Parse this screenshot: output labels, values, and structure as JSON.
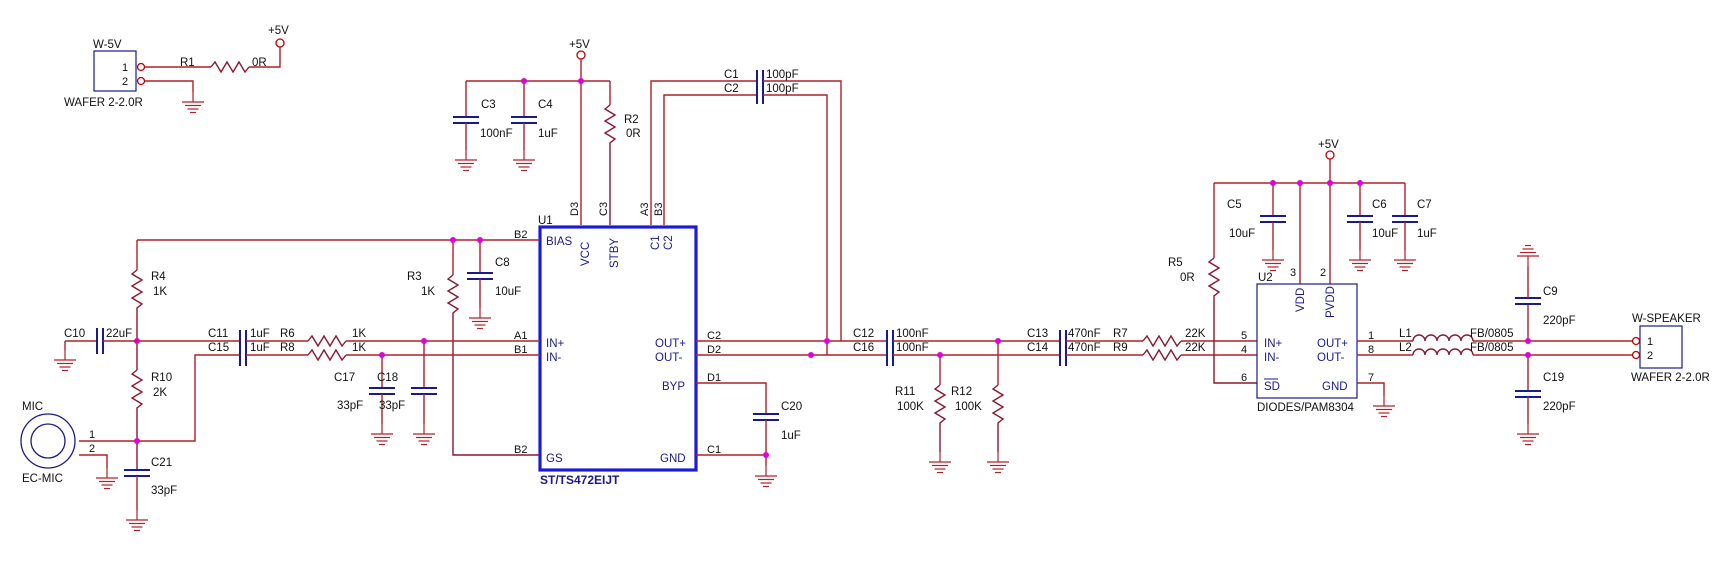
{
  "power": {
    "vcc": "+5V"
  },
  "connectors": {
    "w5v": {
      "ref": "W-5V",
      "part": "WAFER 2-2.0R",
      "pin1": "1",
      "pin2": "2"
    },
    "spk": {
      "ref": "W-SPEAKER",
      "part": "WAFER 2-2.0R",
      "pin1": "1",
      "pin2": "2"
    },
    "mic": {
      "ref": "MIC",
      "part": "EC-MIC",
      "pin1": "1",
      "pin2": "2"
    }
  },
  "u1": {
    "ref": "U1",
    "part": "ST/TS472EIJT",
    "pins": {
      "bias": "BIAS",
      "vcc": "VCC",
      "stby": "STBY",
      "c1": "C1",
      "c2": "C2",
      "inp": "IN+",
      "inn": "IN-",
      "gs": "GS",
      "outp": "OUT+",
      "outn": "OUT-",
      "byp": "BYP",
      "gnd": "GND"
    },
    "numbers": {
      "b2a": "B2",
      "d3": "D3",
      "c3": "C3",
      "a3": "A3",
      "b3": "B3",
      "a1": "A1",
      "b1": "B1",
      "b2b": "B2",
      "c2": "C2",
      "d2": "D2",
      "d1": "D1",
      "c1": "C1"
    }
  },
  "u2": {
    "ref": "U2",
    "part": "DIODES/PAM8304",
    "pins": {
      "vdd": "VDD",
      "pvdd": "PVDD",
      "inp": "IN+",
      "inn": "IN-",
      "sd": "SD",
      "outp": "OUT+",
      "outn": "OUT-",
      "gnd": "GND"
    },
    "numbers": {
      "vdd": "3",
      "pvdd": "2",
      "inp": "5",
      "inn": "4",
      "sd": "6",
      "outp": "1",
      "outn": "8",
      "gnd": "7"
    }
  },
  "resistors": {
    "r1": {
      "ref": "R1",
      "value": "0R"
    },
    "r2": {
      "ref": "R2",
      "value": "0R"
    },
    "r3": {
      "ref": "R3",
      "value": "1K"
    },
    "r4": {
      "ref": "R4",
      "value": "1K"
    },
    "r5": {
      "ref": "R5",
      "value": "0R"
    },
    "r6": {
      "ref": "R6",
      "value": "1K"
    },
    "r7": {
      "ref": "R7",
      "value": "22K"
    },
    "r8": {
      "ref": "R8",
      "value": "1K"
    },
    "r9": {
      "ref": "R9",
      "value": "22K"
    },
    "r10": {
      "ref": "R10",
      "value": "2K"
    },
    "r11": {
      "ref": "R11",
      "value": "100K"
    },
    "r12": {
      "ref": "R12",
      "value": "100K"
    }
  },
  "capacitors": {
    "c1": {
      "ref": "C1",
      "value": "100pF"
    },
    "c2": {
      "ref": "C2",
      "value": "100pF"
    },
    "c3": {
      "ref": "C3",
      "value": "100nF"
    },
    "c4": {
      "ref": "C4",
      "value": "1uF"
    },
    "c5": {
      "ref": "C5",
      "value": "10uF"
    },
    "c6": {
      "ref": "C6",
      "value": "10uF"
    },
    "c7": {
      "ref": "C7",
      "value": "1uF"
    },
    "c8": {
      "ref": "C8",
      "value": "10uF"
    },
    "c9": {
      "ref": "C9",
      "value": "220pF"
    },
    "c10": {
      "ref": "C10",
      "value": "22uF"
    },
    "c11": {
      "ref": "C11",
      "value": "1uF"
    },
    "c12": {
      "ref": "C12",
      "value": "100nF"
    },
    "c13": {
      "ref": "C13",
      "value": "470nF"
    },
    "c14": {
      "ref": "C14",
      "value": "470nF"
    },
    "c15": {
      "ref": "C15",
      "value": "1uF"
    },
    "c16": {
      "ref": "C16",
      "value": "100nF"
    },
    "c17": {
      "ref": "C17",
      "value": "33pF"
    },
    "c18": {
      "ref": "C18",
      "value": "33pF"
    },
    "c19": {
      "ref": "C19",
      "value": "220pF"
    },
    "c20": {
      "ref": "C20",
      "value": "1uF"
    },
    "c21": {
      "ref": "C21",
      "value": "33pF"
    }
  },
  "inductors": {
    "l1": {
      "ref": "L1",
      "value": "FB/0805"
    },
    "l2": {
      "ref": "L2",
      "value": "FB/0805"
    }
  }
}
